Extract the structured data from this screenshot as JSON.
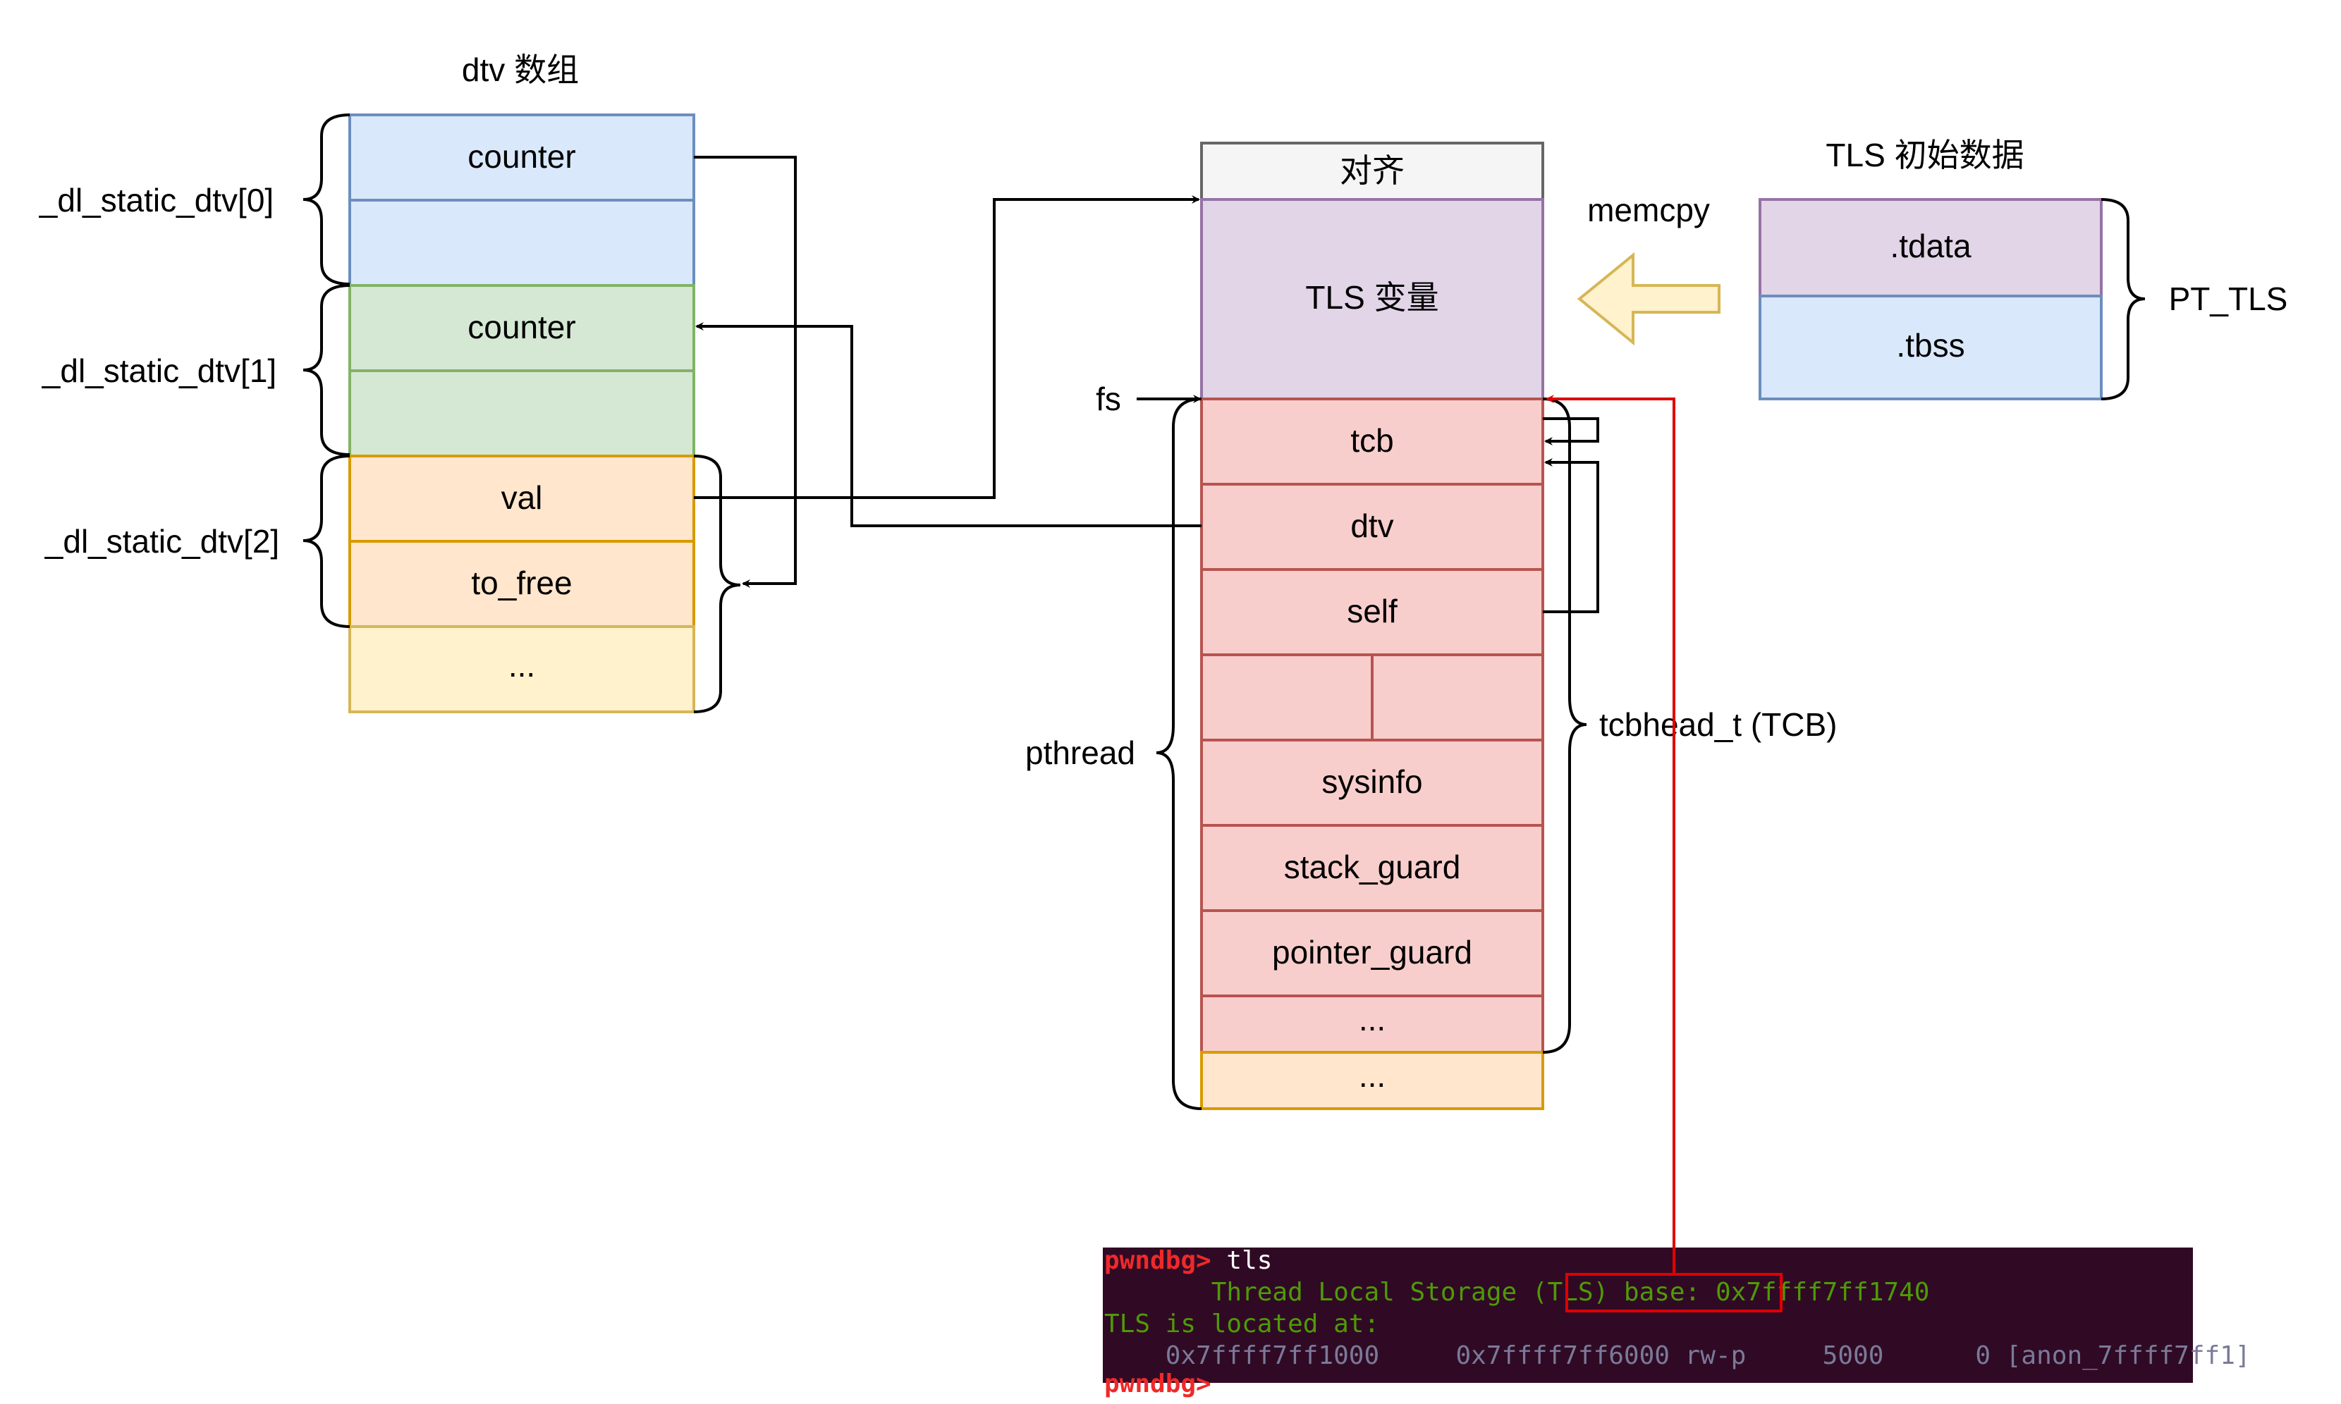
{
  "dtv": {
    "title": "dtv 数组",
    "cells": [
      "counter",
      "",
      "counter",
      "",
      "val",
      "to_free",
      "..."
    ],
    "group_labels": [
      "_dl_static_dtv[0]",
      "_dl_static_dtv[1]",
      "_dl_static_dtv[2]"
    ]
  },
  "tls_block": {
    "align": "对齐",
    "vars": "TLS 变量",
    "cells": [
      "tcb",
      "dtv",
      "self",
      "",
      "sysinfo",
      "stack_guard",
      "pointer_guard",
      "...",
      "..."
    ]
  },
  "labels": {
    "fs": "fs",
    "pthread": "pthread",
    "tcbhead": "tcbhead_t (TCB)",
    "memcpy": "memcpy",
    "pt_tls": "PT_TLS"
  },
  "tls_init": {
    "title": "TLS 初始数据",
    "tdata": ".tdata",
    "tbss": ".tbss"
  },
  "terminal": {
    "prompt": "pwndbg>",
    "command": " tls",
    "line2_prefix": "Thread Local Storage (TLS) base: ",
    "tls_base": "0x7ffff7ff1740",
    "line3": "TLS is located at:",
    "line4": "    0x7ffff7ff1000     0x7ffff7ff6000 rw-p     5000      0 [anon_7ffff7ff1]",
    "line5": "pwndbg>"
  },
  "colors": {
    "blue_fill": "#dae8fc",
    "blue_stroke": "#6c8ebf",
    "green_fill": "#d5e8d4",
    "green_stroke": "#82b366",
    "orange_fill": "#ffe6cc",
    "orange_stroke": "#d79b00",
    "yellow_fill": "#fff2cc",
    "yellow_stroke": "#d6b656",
    "purple_fill": "#e1d5e7",
    "purple_stroke": "#9673a6",
    "red_fill": "#f8cecc",
    "red_stroke": "#b85450",
    "gray_fill": "#f5f5f5",
    "gray_stroke": "#666666",
    "terminal_bg": "#300a24",
    "prompt_red": "#ef2929",
    "terminal_green": "#4e9a06",
    "highlight_red": "#e00000"
  }
}
